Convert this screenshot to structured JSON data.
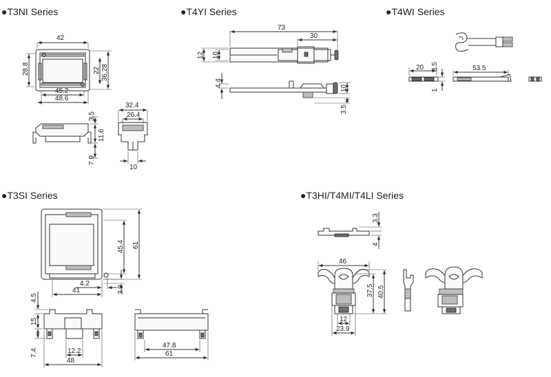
{
  "bullet": "●",
  "sections": {
    "t3ni": {
      "title": "T3NI Series",
      "dims": {
        "w42": "42",
        "h28_8": "28.8",
        "h22": "22",
        "h36_28": "36.28",
        "w45_2": "45.2",
        "w48_6": "48.6",
        "w32_4": "32.4",
        "w26_4": "26.4",
        "h3_5": "3.5",
        "h11_6": "11.6",
        "h7_9": "7.9",
        "w10": "10"
      }
    },
    "t4yi": {
      "title": "T4YI Series",
      "dims": {
        "w73": "73",
        "w30": "30",
        "h12": "12",
        "h10a": "10",
        "h4_4": "4.4",
        "h10b": "10",
        "h3_5": "3.5"
      }
    },
    "t4wi": {
      "title": "T4WI Series",
      "dims": {
        "w20": "20",
        "h3_5": "3.5",
        "h1": "1",
        "w53_5": "53.5"
      }
    },
    "t3si": {
      "title": "T3SI Series",
      "dims": {
        "h45_4": "45.4",
        "h61": "61",
        "w4_2": "4.2",
        "w41": "41",
        "h3_9": "3.9",
        "h4_5": "4.5",
        "h15": "15",
        "h7_4": "7.4",
        "w12_2": "12.2",
        "w48": "48",
        "w47_8": "47.8",
        "w61": "61"
      }
    },
    "t3hi": {
      "title": "T3HI/T4MI/T4LI Series",
      "dims": {
        "h3_3": "3.3",
        "h4": "4",
        "w46": "46",
        "h37_5": "37.5",
        "h40_5": "40.5",
        "w12": "12",
        "w23_9": "23.9"
      }
    }
  },
  "colors": {
    "line": "#333333",
    "shade": "#bdbdbd",
    "dark": "#6d6d6d",
    "paper": "#ffffff"
  }
}
